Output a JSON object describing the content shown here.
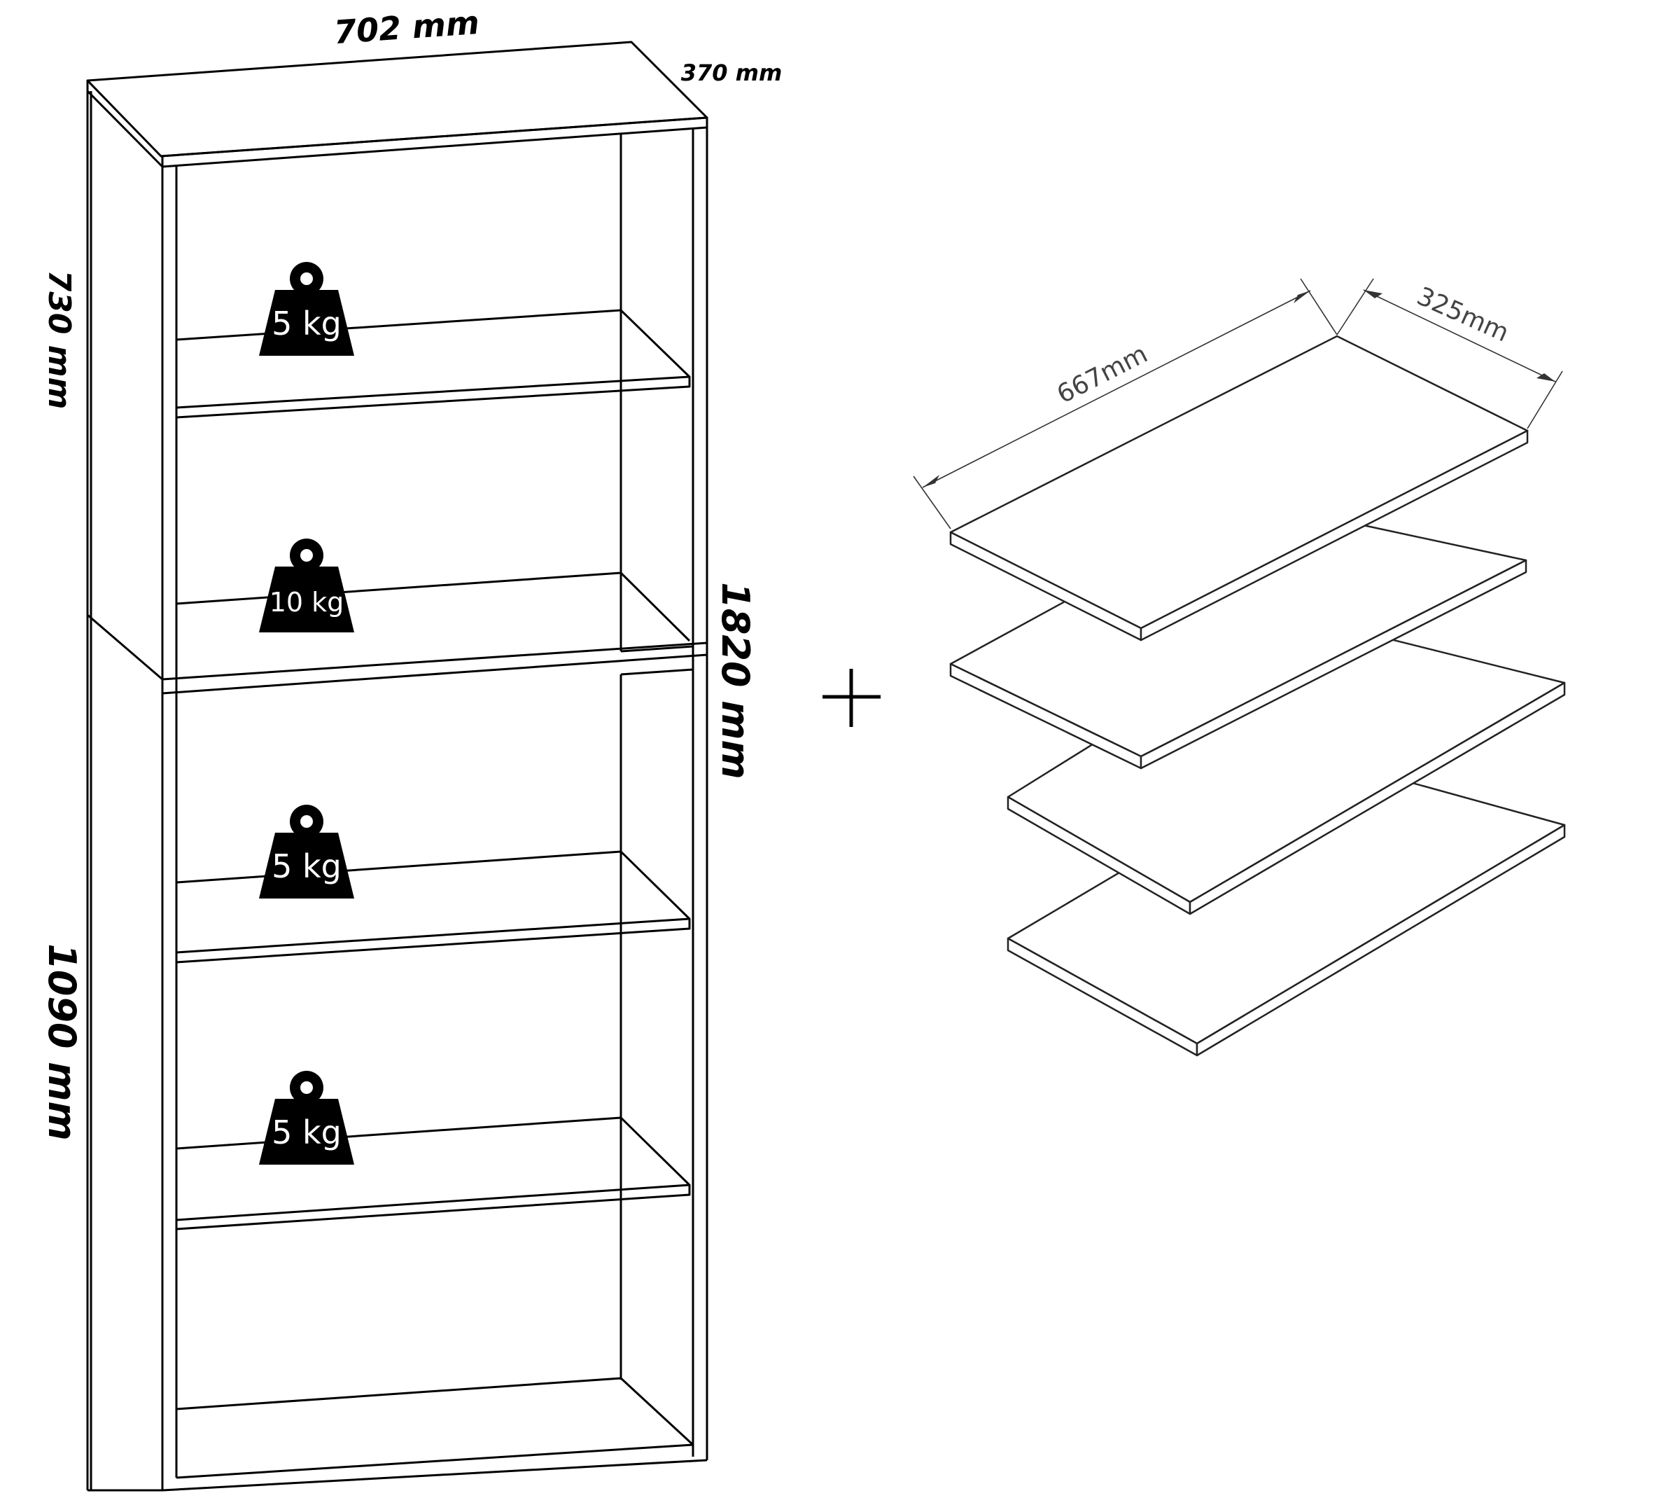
{
  "dimensions": {
    "width": "702 mm",
    "depth": "370 mm",
    "upper_height": "730 mm",
    "total_height": "1820 mm",
    "lower_height": "1090 mm"
  },
  "shelf_loads": [
    {
      "label": "5 kg"
    },
    {
      "label": "10 kg"
    },
    {
      "label": "5 kg"
    },
    {
      "label": "5 kg"
    }
  ],
  "plus_sign": "+",
  "extra_shelves": {
    "count": 4,
    "length": "667mm",
    "depth": "325mm"
  }
}
